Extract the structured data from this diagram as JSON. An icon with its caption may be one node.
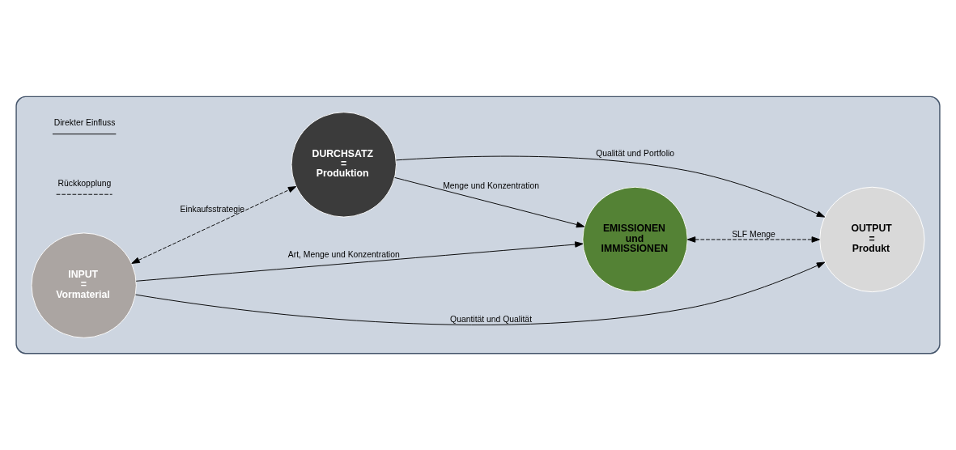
{
  "diagram": {
    "nodes": [
      {
        "text": [],
        "shape": "box"
      },
      {
        "text": [
          "DURCHSATZ",
          "=",
          "Produktion"
        ],
        "in": 0
      },
      {
        "text": [
          "INPUT",
          "=",
          "Vormaterial"
        ],
        "in": 0
      },
      {
        "text": [
          "OUTPUT",
          "=",
          "Produkt"
        ],
        "in": 0
      },
      {
        "text": [
          "EMISSIONEN und IMMISSIONEN"
        ],
        "in": 0
      }
    ],
    "edges": [
      {
        "from": 2,
        "to": 1,
        "arrow": "both",
        "style": "dashed",
        "label": "Einkaufsstrategie"
      },
      {
        "from": 1,
        "to": 3,
        "arrow": "to",
        "label": "Qualität und Portfolio"
      },
      {
        "from": 2,
        "to": 3,
        "arrow": "to",
        "label": "Quantität und Qualität"
      },
      {
        "from": 1,
        "to": 4,
        "arrow": "to",
        "label": "Menge und Konzentration"
      },
      {
        "from": 2,
        "to": 4,
        "arrow": "to",
        "label": "Art, Menge und Konzentration"
      },
      {
        "from": 4,
        "to": 3,
        "arrow": "both",
        "style": "dashed",
        "label": "SLF Menge"
      }
    ],
    "legend": [
      {
        "text": "Direkter Einfluss"
      },
      {
        "text": "Rückkopplung"
      }
    ]
  }
}
